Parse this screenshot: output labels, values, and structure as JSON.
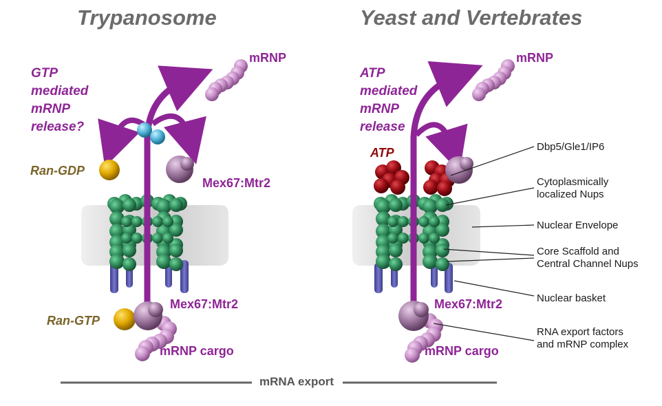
{
  "titles": {
    "left": "Trypanosome",
    "right": "Yeast and Vertebrates"
  },
  "left": {
    "mrnp_top": "mRNP",
    "release_text": [
      "GTP",
      "mediated",
      "mRNP",
      "release?"
    ],
    "ran_gdp": "Ran-GDP",
    "mex_top": "Mex67:Mtr2",
    "mex_bottom": "Mex67:Mtr2",
    "ran_gtp": "Ran-GTP",
    "cargo": "mRNP cargo"
  },
  "right": {
    "mrnp_top": "mRNP",
    "release_text": [
      "ATP",
      "mediated",
      "mRNP",
      "release"
    ],
    "atp": "ATP",
    "mex_bottom": "Mex67:Mtr2",
    "cargo": "mRNP cargo",
    "labels": [
      [
        "Dbp5/Gle1/IP6"
      ],
      [
        "Cytoplasmically",
        "localized Nups"
      ],
      [
        "Nuclear Envelope"
      ],
      [
        "Core Scaffold and",
        "Central Channel Nups"
      ],
      [
        "Nuclear basket"
      ],
      [
        "RNA export factors",
        "and mRNP complex"
      ]
    ]
  },
  "footer": "mRNA export",
  "colors": {
    "purple": "#8e2596",
    "nup_green": "#2f8a5a",
    "envelope_gray": "#cfcfcf",
    "basket_blue": "#5b5bb0",
    "mrnp_pink": "#c891c8",
    "mex_mauve": "#a780a8",
    "ran_gold": "#e0a800",
    "atp_red": "#990c14",
    "gtp_blue": "#4fb3d9"
  }
}
